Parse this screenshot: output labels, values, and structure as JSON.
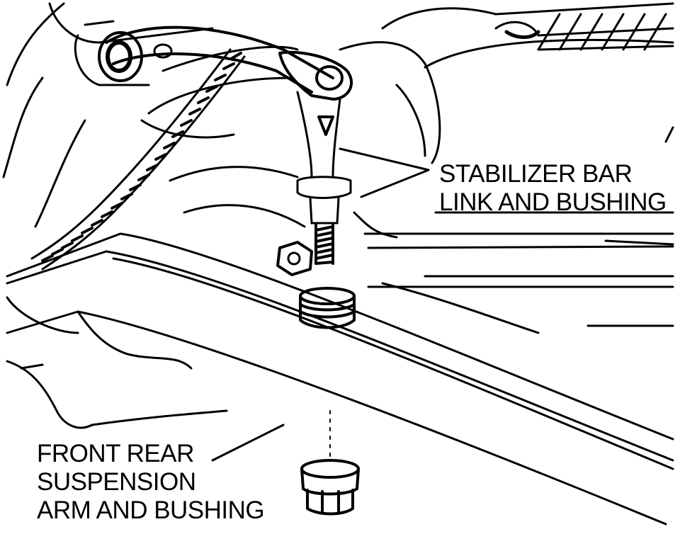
{
  "colors": {
    "ink": "#000000",
    "paper": "#ffffff"
  },
  "labels": {
    "stabilizer": {
      "line1": "STABILIZER BAR",
      "line2": "LINK AND BUSHING"
    },
    "arm": {
      "line1": "FRONT REAR",
      "line2": "SUSPENSION",
      "line3": "ARM AND BUSHING"
    }
  }
}
